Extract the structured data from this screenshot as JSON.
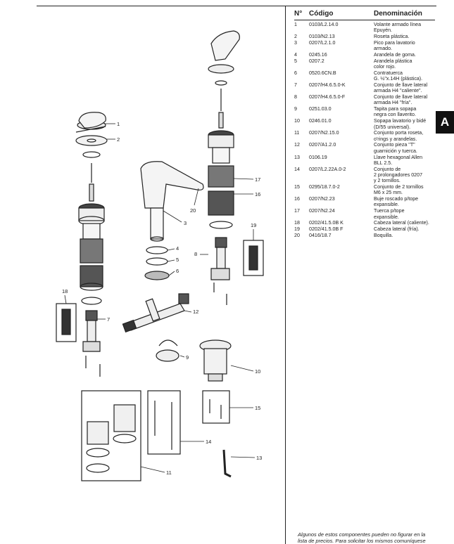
{
  "header": {
    "no": "N°",
    "code": "Código",
    "name": "Denominación"
  },
  "parts": [
    {
      "no": "1",
      "code": "0103/L2.14.0",
      "name": [
        "Volante armado línea",
        "Epuyén."
      ]
    },
    {
      "no": "2",
      "code": "0103/N2.13",
      "name": [
        "Roseta plástica."
      ]
    },
    {
      "no": "3",
      "code": "0207/L2.1.0",
      "name": [
        "Pico para lavatorio",
        "armado."
      ]
    },
    {
      "no": "4",
      "code": "0245.16",
      "name": [
        "Arandela de goma."
      ]
    },
    {
      "no": "5",
      "code": "0207.2",
      "name": [
        "Arandela plástica",
        "color rojo."
      ]
    },
    {
      "no": "6",
      "code": "0520.6CN.B",
      "name": [
        "Contratuerca",
        "G. ½\"x.14H (plástica)."
      ]
    },
    {
      "no": "7",
      "code": "0207/H4.6.5.0-K",
      "name": [
        "Conjunto de llave lateral",
        "armada H4 \"caliente\"."
      ]
    },
    {
      "no": "8",
      "code": "0207/H4.6.5.0-F",
      "name": [
        "Conjunto de llave lateral",
        "armada H4 \"fría\"."
      ]
    },
    {
      "no": "9",
      "code": "0251.03.0",
      "name": [
        "Tapita para sopapa",
        "negra con llaverito."
      ]
    },
    {
      "no": "10",
      "code": "0246.01.0",
      "name": [
        "Sopapa lavatorio y bidé",
        "(D/55 universal)."
      ]
    },
    {
      "no": "11",
      "code": "0207/N2.15.0",
      "name": [
        "Conjunto porta roseta,",
        "o'rings y arandelas."
      ]
    },
    {
      "no": "12",
      "code": "0207/A1.2.0",
      "name": [
        "Conjunto pieza \"T\"",
        "guarnición y tuerca."
      ]
    },
    {
      "no": "13",
      "code": "0106.19",
      "name": [
        "Llave hexagonal Allen",
        "BLL 2.5."
      ]
    },
    {
      "no": "14",
      "code": "0207/L2.22A.0-2",
      "name": [
        "Conjunto de",
        "2 prolongadores 0207",
        "y 2 tornillos."
      ]
    },
    {
      "no": "15",
      "code": "0295/18.7.0-2",
      "name": [
        "Conjunto de 2 tornillos",
        "M6 x 25 mm."
      ]
    },
    {
      "no": "16",
      "code": "0207/N2.23",
      "name": [
        "Buje roscado p/tope",
        "expansible."
      ]
    },
    {
      "no": "17",
      "code": "0207/N2.24",
      "name": [
        "Tuerca p/tope",
        "expansible."
      ]
    },
    {
      "no": "18",
      "code": "0202/41.5.0B K",
      "name": [
        "Cabeza lateral (caliente)."
      ]
    },
    {
      "no": "19",
      "code": "0202/41.5.0B F",
      "name": [
        "Cabeza lateral (fría)."
      ]
    },
    {
      "no": "20",
      "code": "0416/18.7",
      "name": [
        "Boquilla."
      ]
    }
  ],
  "section_tab": "A",
  "note": [
    "Algunos de estos componentes pueden no figurar en la",
    "lista de precios. Para solicitar los mismos comuníquese"
  ],
  "callouts": [
    "1",
    "2",
    "3",
    "4",
    "5",
    "6",
    "7",
    "8",
    "9",
    "10",
    "11",
    "12",
    "13",
    "14",
    "15",
    "16",
    "17",
    "18",
    "19",
    "20"
  ]
}
